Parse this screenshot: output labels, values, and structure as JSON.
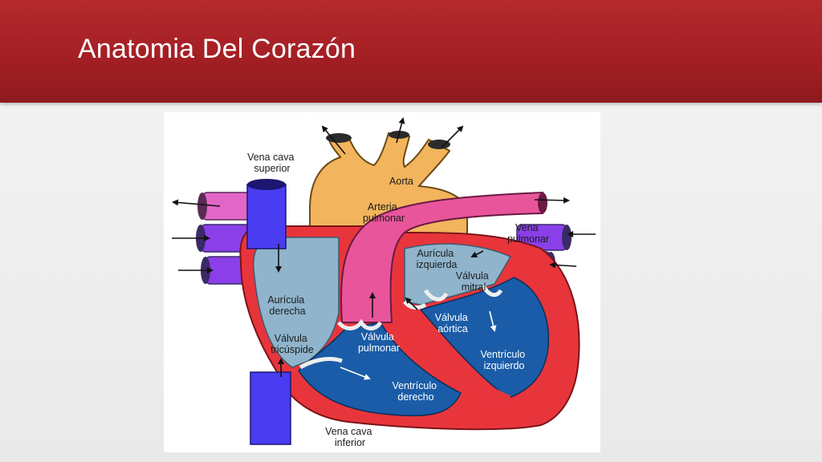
{
  "slide": {
    "title": "Anatomia Del Corazón"
  },
  "labels": {
    "vena_cava_superior": [
      "Vena cava",
      "superior"
    ],
    "aorta": [
      "Aorta"
    ],
    "arteria_pulmonar": [
      "Arteria",
      "pulmonar"
    ],
    "vena_pulmonar": [
      "Vena",
      "pulmonar"
    ],
    "auricula_izquierda": [
      "Aurícula",
      "izquierda"
    ],
    "valvula_mitral": [
      "Válvula",
      "mitral"
    ],
    "auricula_derecha": [
      "Aurícula",
      "derecha"
    ],
    "valvula_aortica": [
      "Válvula",
      "aórtica"
    ],
    "valvula_tricuspide": [
      "Válvula",
      "tricúspide"
    ],
    "valvula_pulmonar": [
      "Válvula",
      "pulmonar"
    ],
    "ventriculo_izquierdo": [
      "Ventrículo",
      "izquierdo"
    ],
    "ventriculo_derecho": [
      "Ventrículo",
      "derecho"
    ],
    "vena_cava_inferior": [
      "Vena cava",
      "inferior"
    ]
  },
  "colors": {
    "header": "#a41f24",
    "aorta": "#f2b45c",
    "pulmonary_artery": "#e8559a",
    "vena_cava": "#4a3cf0",
    "pulmonary_vein": "#8a3fe8",
    "atria": "#8fb4cc",
    "ventricles": "#1a5ca8",
    "myocardium": "#e8353c"
  }
}
